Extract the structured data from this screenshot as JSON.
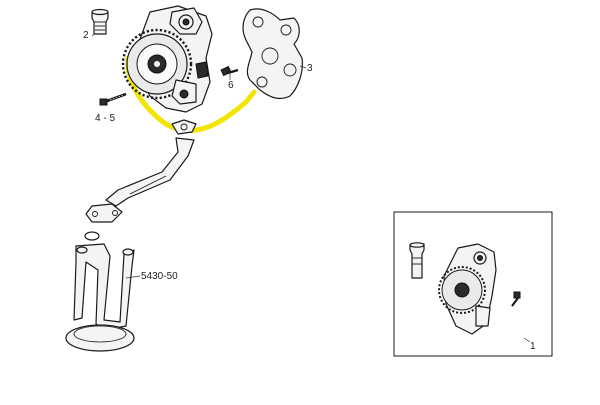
{
  "callouts": {
    "c1": "1",
    "c2": "2",
    "c3": "3",
    "c45": "4 - 5",
    "c6": "6",
    "ref": "5430-50"
  },
  "colors": {
    "highlight": "#f2e600",
    "line": "#1a1a1a",
    "background": "#ffffff"
  }
}
